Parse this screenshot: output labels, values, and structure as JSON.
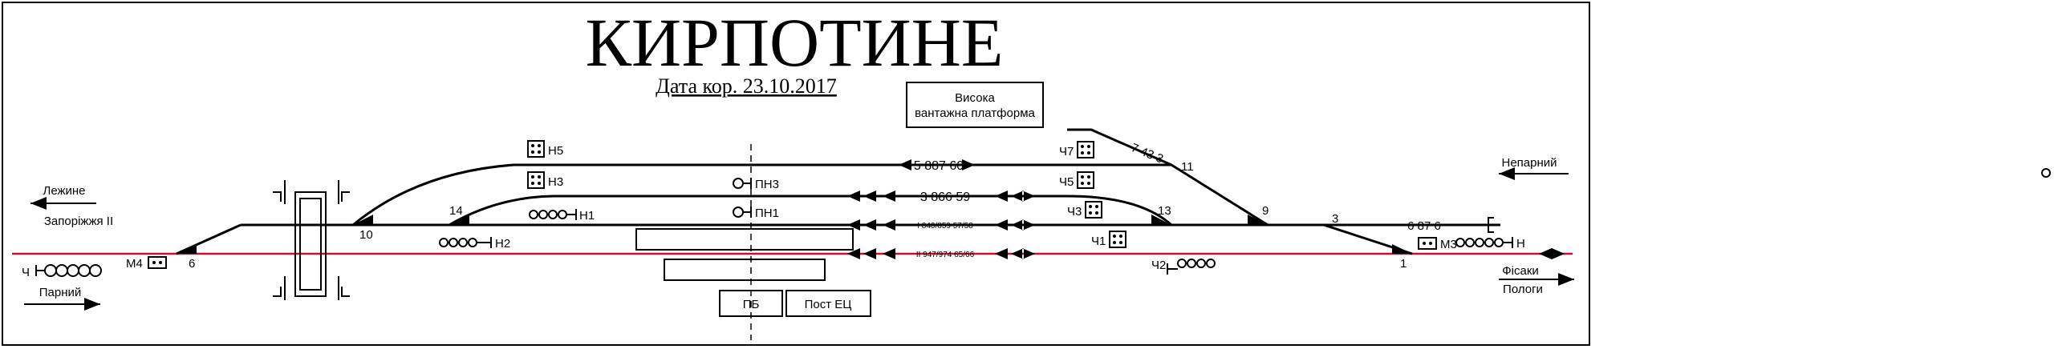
{
  "station": {
    "title": "КИРПОТИНЕ",
    "date_line": "Дата кор. 23.10.2017",
    "platform_label_1": "Висока",
    "platform_label_2": "вантажна платформа"
  },
  "directions": {
    "left_upper_1": "Лежине",
    "left_upper_2": "Запоріжжя ІІ",
    "left_lower": "Парний",
    "right_upper": "Непарний",
    "right_lower_1": "Фісаки",
    "right_lower_2": "Пологи"
  },
  "tracks": {
    "track5": "5 887 60",
    "track3": "3 866 59",
    "track_i": "І 840/859 57/58",
    "track_ii": "ІІ 947/974 65/66",
    "track_right": "6 87 6",
    "track_7": "7 43 3"
  },
  "switches": {
    "s6": "6",
    "s10": "10",
    "s14": "14",
    "s13": "13",
    "s11": "11",
    "s9": "9",
    "s3": "3",
    "s1": "1"
  },
  "signals": {
    "H5": "Н5",
    "H3": "Н3",
    "H1": "Н1",
    "H2": "Н2",
    "PN3": "ПН3",
    "PN1": "ПН1",
    "CH7": "Ч7",
    "CH5": "Ч5",
    "CH3": "Ч3",
    "CH1": "Ч1",
    "CH2": "Ч2",
    "M3": "М3",
    "H": "Н",
    "M4": "М4",
    "CH": "Ч"
  },
  "buildings": {
    "pb": "ПБ",
    "post": "Пост ЕЦ"
  },
  "colors": {
    "main_line": "#c8102e",
    "ink": "#000000"
  }
}
